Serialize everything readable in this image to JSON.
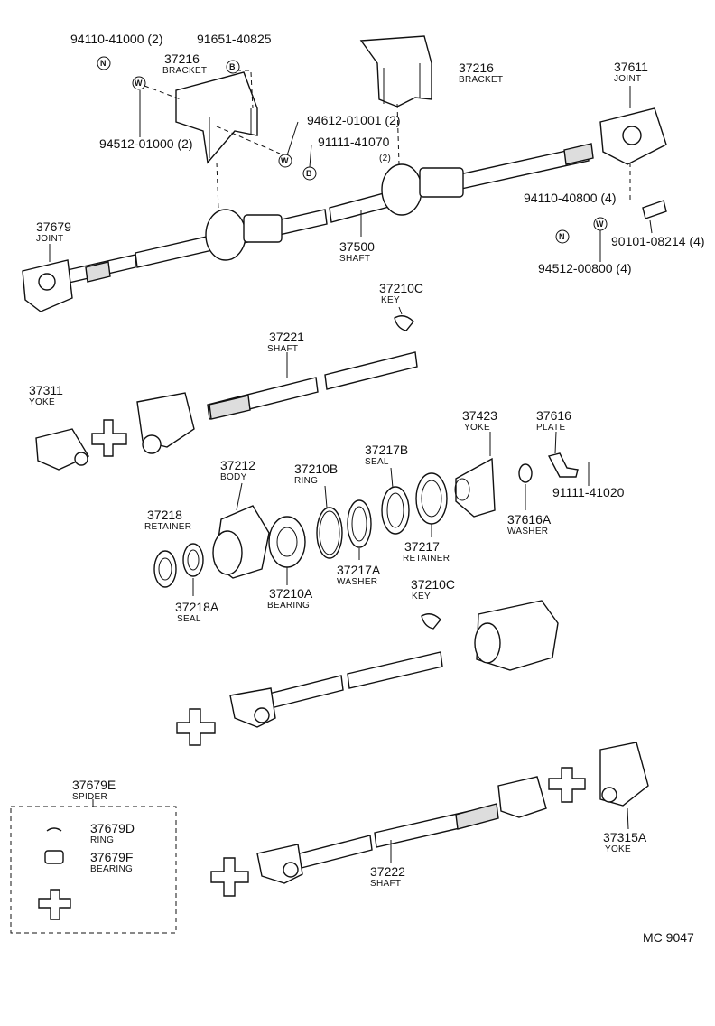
{
  "labels": [
    {
      "id": "l94110_41000",
      "num": "94110-41000 (2)",
      "name": ""
    },
    {
      "id": "l91651",
      "num": "91651-40825",
      "name": ""
    },
    {
      "id": "l37216a",
      "num": "37216",
      "name": "BRACKET"
    },
    {
      "id": "l37216b",
      "num": "37216",
      "name": "BRACKET"
    },
    {
      "id": "l37611",
      "num": "37611",
      "name": "JOINT"
    },
    {
      "id": "l94612",
      "num": "94612-01001 (2)",
      "name": ""
    },
    {
      "id": "l91111_41070",
      "num": "91111-41070",
      "name": "(2)"
    },
    {
      "id": "l94512_01000",
      "num": "94512-01000 (2)",
      "name": ""
    },
    {
      "id": "l37679",
      "num": "37679",
      "name": "JOINT"
    },
    {
      "id": "l37500",
      "num": "37500",
      "name": "SHAFT"
    },
    {
      "id": "l94110_40800",
      "num": "94110-40800 (4)",
      "name": ""
    },
    {
      "id": "l90101",
      "num": "90101-08214 (4)",
      "name": ""
    },
    {
      "id": "l94512_00800",
      "num": "94512-00800 (4)",
      "name": ""
    },
    {
      "id": "l37210c_a",
      "num": "37210C",
      "name": "KEY"
    },
    {
      "id": "l37221",
      "num": "37221",
      "name": "SHAFT"
    },
    {
      "id": "l37311",
      "num": "37311",
      "name": "YOKE"
    },
    {
      "id": "l37423",
      "num": "37423",
      "name": "YOKE"
    },
    {
      "id": "l37616",
      "num": "37616",
      "name": "PLATE"
    },
    {
      "id": "l37217b",
      "num": "37217B",
      "name": "SEAL"
    },
    {
      "id": "l37212",
      "num": "37212",
      "name": "BODY"
    },
    {
      "id": "l37210b",
      "num": "37210B",
      "name": "RING"
    },
    {
      "id": "l91111_41020",
      "num": "91111-41020",
      "name": ""
    },
    {
      "id": "l37218",
      "num": "37218",
      "name": "RETAINER"
    },
    {
      "id": "l37616a",
      "num": "37616A",
      "name": "WASHER"
    },
    {
      "id": "l37217",
      "num": "37217",
      "name": "RETAINER"
    },
    {
      "id": "l37217a",
      "num": "37217A",
      "name": "WASHER"
    },
    {
      "id": "l37210a",
      "num": "37210A",
      "name": "BEARING"
    },
    {
      "id": "l37218a",
      "num": "37218A",
      "name": "SEAL"
    },
    {
      "id": "l37210c_b",
      "num": "37210C",
      "name": "KEY"
    },
    {
      "id": "l37679e",
      "num": "37679E",
      "name": "SPIDER"
    },
    {
      "id": "l37679d",
      "num": "37679D",
      "name": "RING"
    },
    {
      "id": "l37679f",
      "num": "37679F",
      "name": "BEARING"
    },
    {
      "id": "l37315a",
      "num": "37315A",
      "name": "YOKE"
    },
    {
      "id": "l37222",
      "num": "37222",
      "name": "SHAFT"
    }
  ],
  "symbols": {
    "nut": "N",
    "bolt": "B",
    "washer": "W"
  },
  "diagram_code": "MC 9047"
}
